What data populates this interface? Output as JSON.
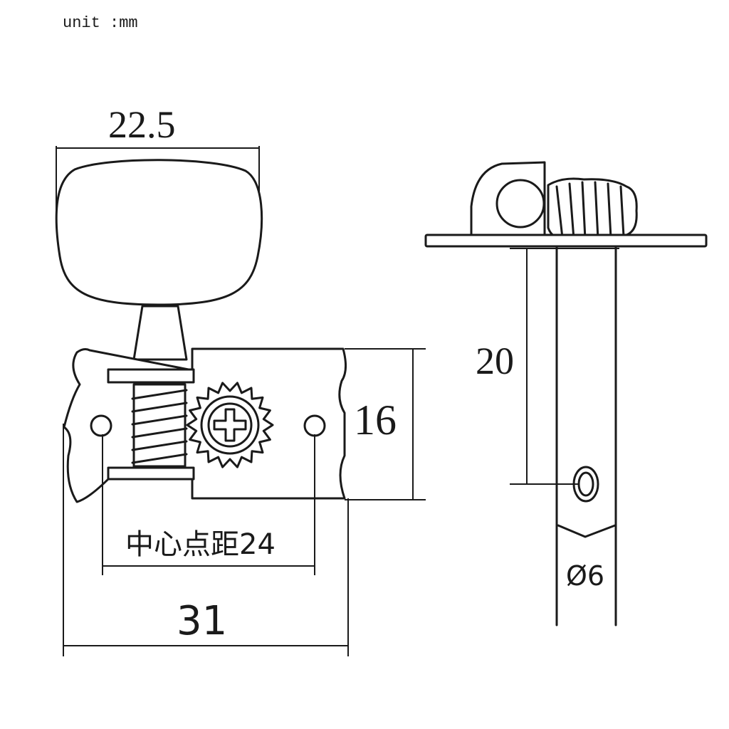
{
  "unit_note": "unit :mm",
  "dimensions": {
    "knob_width": "22.5",
    "plate_height": "16",
    "center_distance": "中心点距24",
    "total_length": "31",
    "post_length": "20",
    "post_diameter": "Ø6"
  },
  "colors": {
    "line": "#1a1a1a",
    "background": "#ffffff"
  }
}
